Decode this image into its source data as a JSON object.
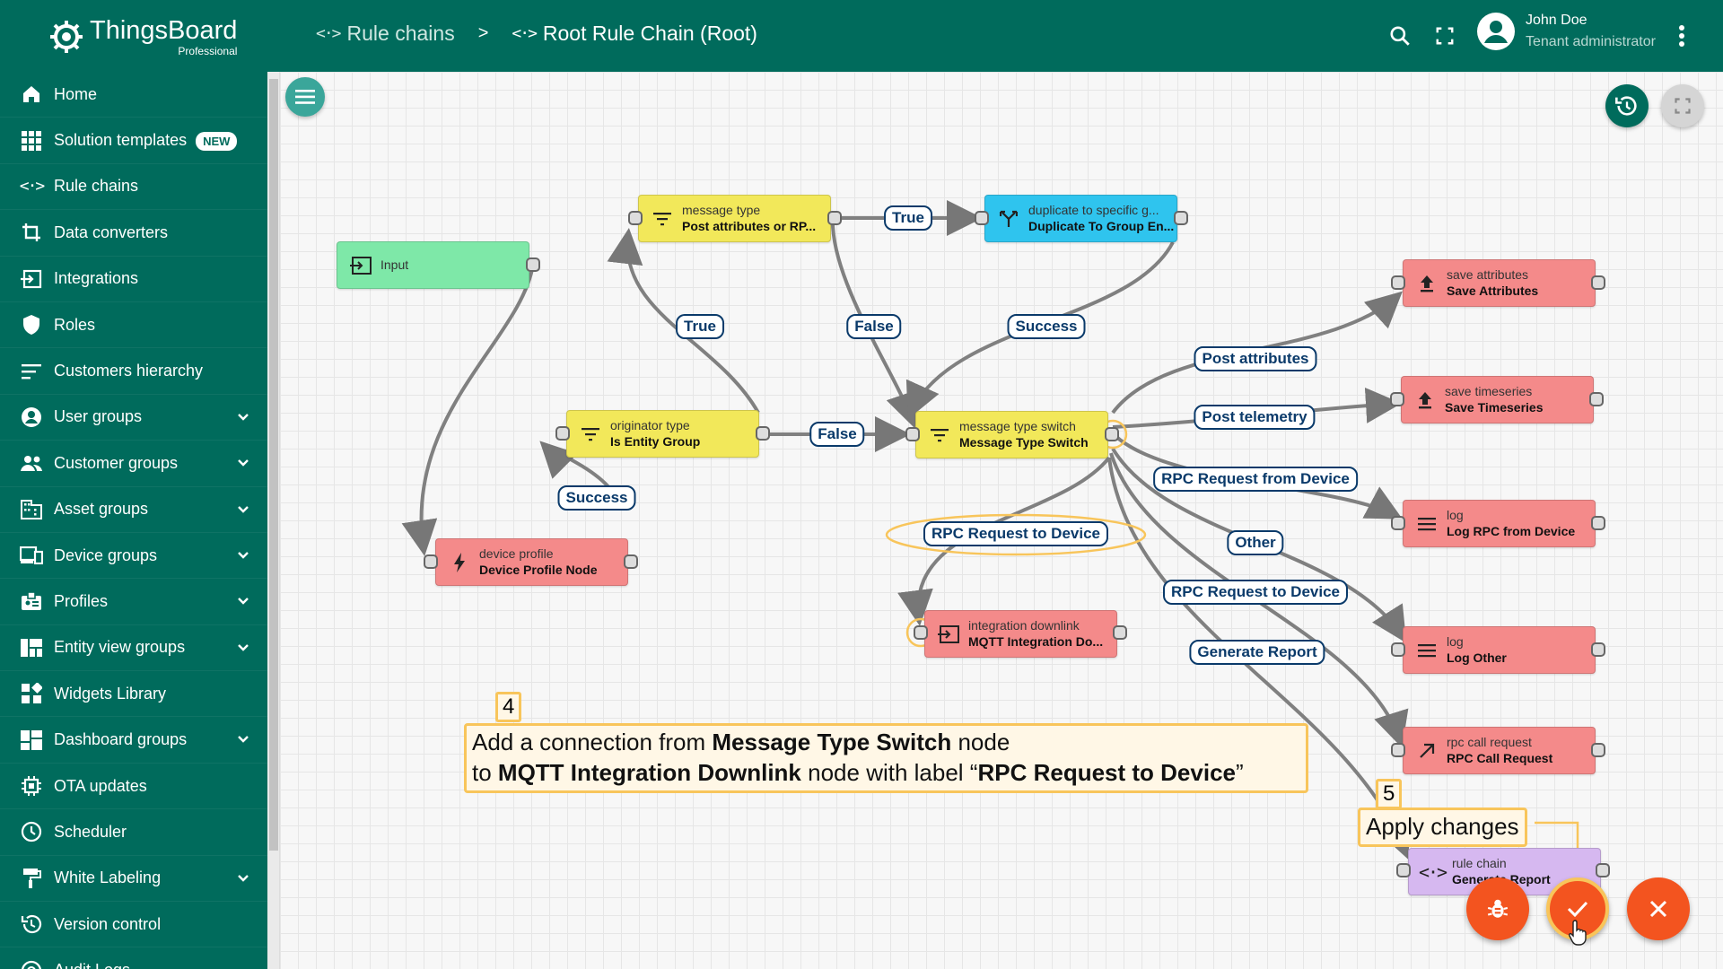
{
  "header": {
    "logo_name": "ThingsBoard",
    "logo_sub": "Professional",
    "breadcrumb_parent": "Rule chains",
    "breadcrumb_sep": ">",
    "breadcrumb_current": "Root Rule Chain (Root)",
    "user_name": "John Doe",
    "user_role": "Tenant administrator"
  },
  "sidebar": {
    "new_badge": "NEW",
    "items": [
      {
        "label": "Home",
        "icon": "home-icon"
      },
      {
        "label": "Solution templates",
        "icon": "apps-icon"
      },
      {
        "label": "Rule chains",
        "icon": "code-icon"
      },
      {
        "label": "Data converters",
        "icon": "transform-icon"
      },
      {
        "label": "Integrations",
        "icon": "input-icon"
      },
      {
        "label": "Roles",
        "icon": "shield-icon"
      },
      {
        "label": "Customers hierarchy",
        "icon": "sort-icon"
      },
      {
        "label": "User groups",
        "icon": "account-icon"
      },
      {
        "label": "Customer groups",
        "icon": "people-icon"
      },
      {
        "label": "Asset groups",
        "icon": "domain-icon"
      },
      {
        "label": "Device groups",
        "icon": "devices-icon"
      },
      {
        "label": "Profiles",
        "icon": "badge-icon"
      },
      {
        "label": "Entity view groups",
        "icon": "view-icon"
      },
      {
        "label": "Widgets Library",
        "icon": "widgets-icon"
      },
      {
        "label": "Dashboard groups",
        "icon": "dashboard-icon"
      },
      {
        "label": "OTA updates",
        "icon": "memory-icon"
      },
      {
        "label": "Scheduler",
        "icon": "clock-icon"
      },
      {
        "label": "White Labeling",
        "icon": "format-paint-icon"
      },
      {
        "label": "Version control",
        "icon": "history-icon"
      },
      {
        "label": "Audit Logs",
        "icon": "track-changes-icon"
      }
    ]
  },
  "nodes": {
    "input": {
      "name": "Input"
    },
    "msg_type_filter": {
      "type": "message type",
      "name": "Post attributes or RP..."
    },
    "duplicate": {
      "type": "duplicate to specific g...",
      "name": "Duplicate To Group En..."
    },
    "originator": {
      "type": "originator type",
      "name": "Is Entity Group"
    },
    "switch": {
      "type": "message type switch",
      "name": "Message Type Switch"
    },
    "device_profile": {
      "type": "device profile",
      "name": "Device Profile Node"
    },
    "integration": {
      "type": "integration downlink",
      "name": "MQTT Integration Do..."
    },
    "save_attr": {
      "type": "save attributes",
      "name": "Save Attributes"
    },
    "save_ts": {
      "type": "save timeseries",
      "name": "Save Timeseries"
    },
    "log_rpc": {
      "type": "log",
      "name": "Log RPC from Device"
    },
    "log_other": {
      "type": "log",
      "name": "Log Other"
    },
    "rpc_call": {
      "type": "rpc call request",
      "name": "RPC Call Request"
    },
    "rule_chain": {
      "type": "rule chain",
      "name": "Generate Report"
    }
  },
  "links": {
    "true_top": "True",
    "true_left": "True",
    "false_mid": "False",
    "false_right": "False",
    "success_dup": "Success",
    "success_dp": "Success",
    "post_attributes": "Post attributes",
    "post_telemetry": "Post telemetry",
    "rpc_from_device": "RPC Request from Device",
    "other": "Other",
    "rpc_to_device_a": "RPC Request to Device",
    "rpc_to_device_b": "RPC Request to Device",
    "generate_report": "Generate Report"
  },
  "annotations": {
    "step4": "4",
    "step4_line1_pre": "Add a connection from ",
    "step4_line1_bold": "Message Type Switch",
    "step4_line1_post": " node",
    "step4_line2_pre": "to ",
    "step4_line2_bold": "MQTT Integration Downlink",
    "step4_line2_mid": " node with label “",
    "step4_line2_bold2": "RPC Request to Device",
    "step4_line2_end": "”",
    "step5": "5",
    "step5_text": "Apply changes"
  },
  "colors": {
    "primary": "#006b5c",
    "accent_orange": "#f3541f",
    "callout_border": "#f8c55b"
  }
}
